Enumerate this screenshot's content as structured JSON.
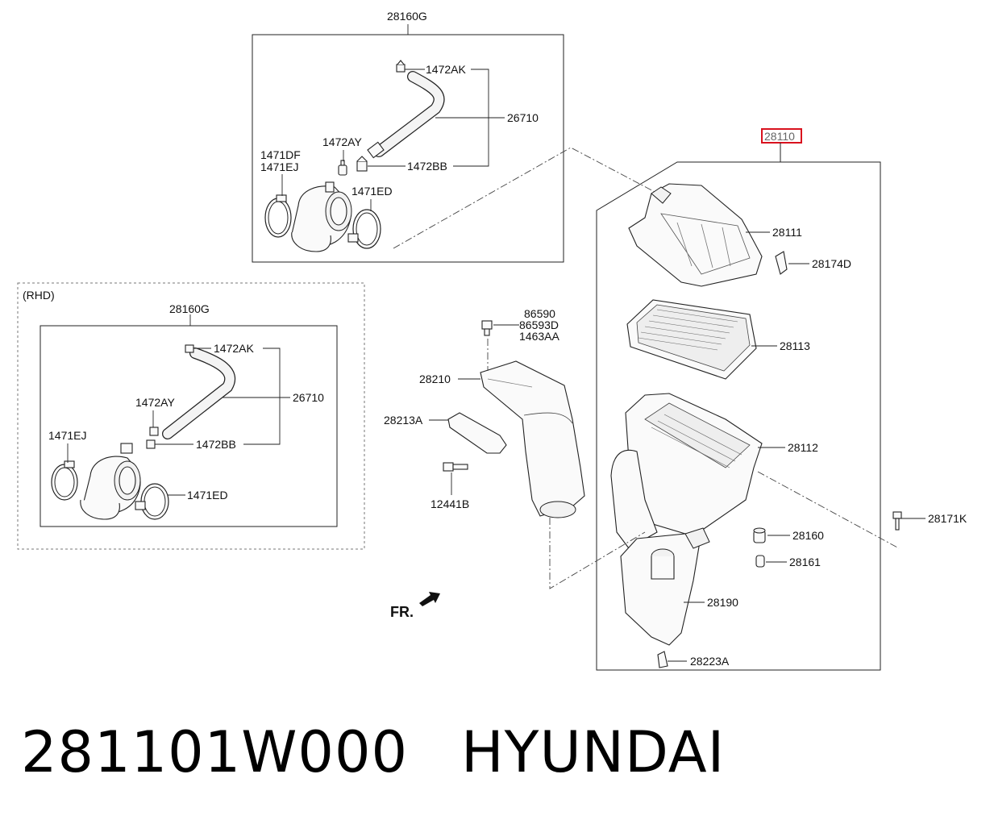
{
  "labels": {
    "assembly": "28110",
    "intake_group": "28160G",
    "intake_group_rhd": "28160G",
    "rhd_caption": "(RHD)",
    "clamp_top": "1472AK",
    "hose": "26710",
    "clip_ay": "1472AY",
    "clamp_bb": "1472BB",
    "clamp_df": "1471DF",
    "clamp_ej": "1471EJ",
    "clamp_ed": "1471ED",
    "rhd_clamp_top": "1472AK",
    "rhd_hose": "26710",
    "rhd_clip_ay": "1472AY",
    "rhd_clamp_bb": "1472BB",
    "rhd_clamp_ej": "1471EJ",
    "rhd_clamp_ed": "1471ED",
    "cover": "28111",
    "bracket_d": "28174D",
    "filter": "28113",
    "body": "28112",
    "bolt_k": "28171K",
    "insulator": "28160",
    "bushing": "28161",
    "resonator": "28190",
    "clip_a": "28223A",
    "screw_1": "86590",
    "screw_2": "86593D",
    "screw_3": "1463AA",
    "duct": "28210",
    "duct_bracket": "28213A",
    "bolt_b": "12441B",
    "front_marker": "FR."
  },
  "footer": {
    "part_number": "281101W000",
    "brand": "HYUNDAI"
  },
  "colors": {
    "highlight": "#d9121e",
    "line": "#222222"
  }
}
